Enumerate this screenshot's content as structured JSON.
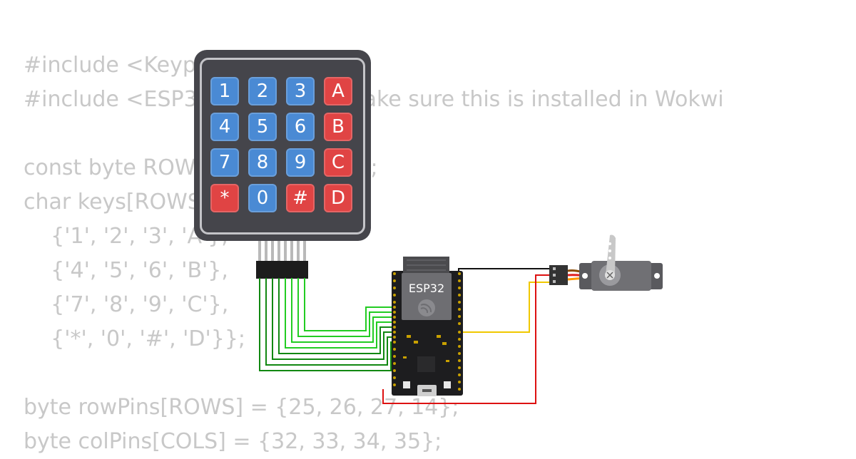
{
  "code_lines": [
    "#include <Keypad.h>",
    "#include <ESP32Servo.h>  // Make sure this is installed in Wokwi",
    "",
    "const byte ROWS = 4, COLS = 4;",
    "char keys[ROWS][COLS] = {",
    "    {'1', '2', '3', 'A'},",
    "    {'4', '5', '6', 'B'},",
    "    {'7', '8', '9', 'C'},",
    "    {'*', '0', '#', 'D'}};",
    "",
    "byte rowPins[ROWS] = {25, 26, 27, 14};",
    "byte colPins[COLS] = {32, 33, 34, 35};"
  ],
  "keypad": {
    "keys": [
      [
        "1",
        "2",
        "3",
        "A"
      ],
      [
        "4",
        "5",
        "6",
        "B"
      ],
      [
        "7",
        "8",
        "9",
        "C"
      ],
      [
        "*",
        "0",
        "#",
        "D"
      ]
    ]
  },
  "esp32": {
    "label": "ESP32"
  },
  "colors": {
    "key_blue": "#4a8ad4",
    "key_red": "#e04444",
    "keypad_body": "#45454b",
    "board": "#1d1d1f",
    "module": "#6e6e72",
    "wire_green_light": "#22cc22",
    "wire_green_dark": "#118811",
    "wire_black": "#111111",
    "wire_red": "#dd1111",
    "wire_yellow": "#f0c800",
    "servo_body": "#5a5a5e"
  }
}
